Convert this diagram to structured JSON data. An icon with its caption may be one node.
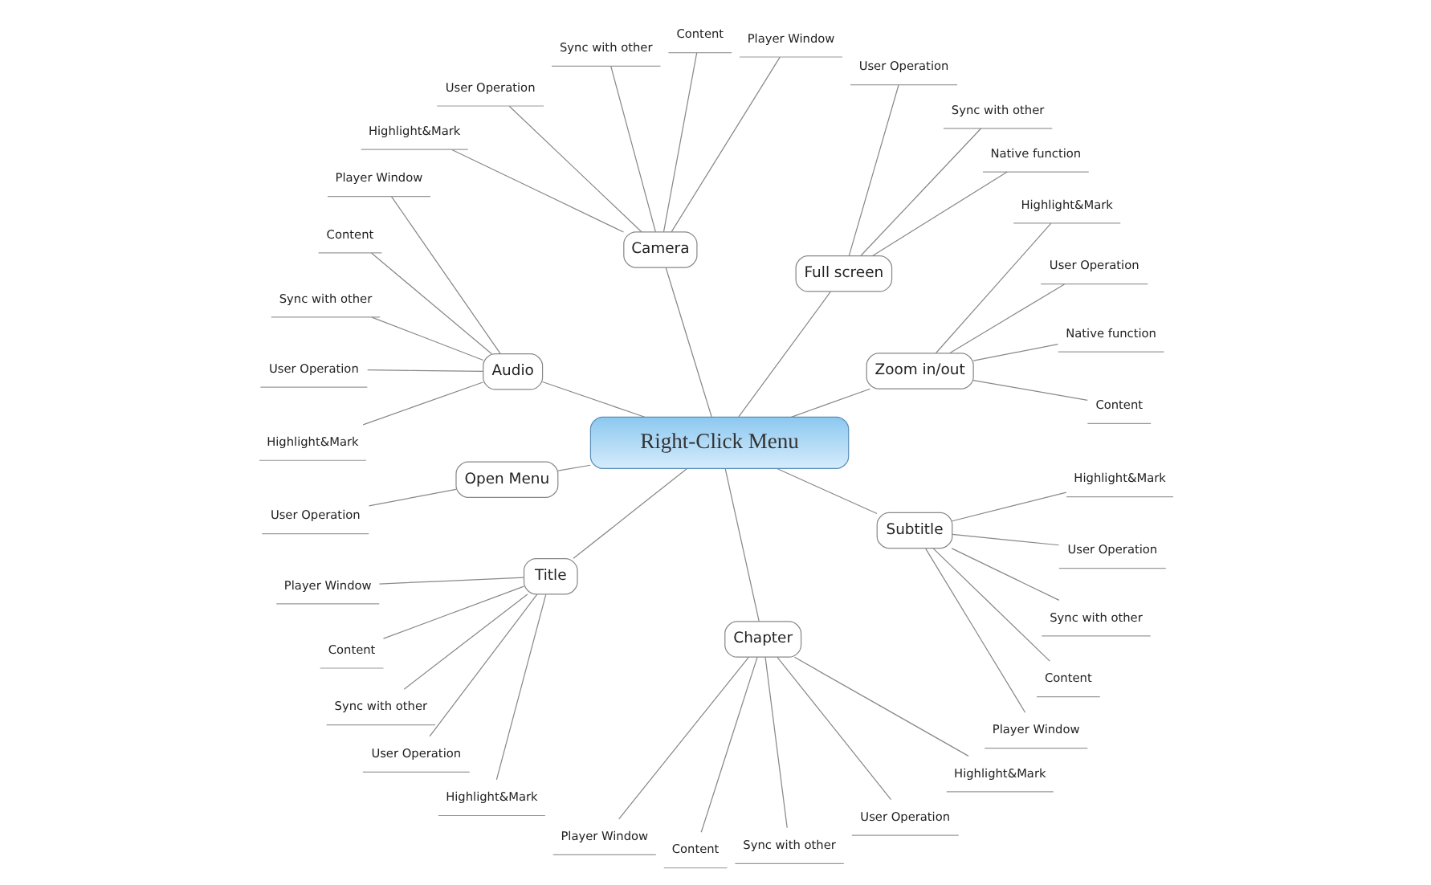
{
  "diagram": {
    "nodes": [
      {
        "text": [
          "Right-Click Menu"
        ]
      },
      {
        "text": [
          "Zoom in/out"
        ]
      },
      {
        "text": [
          "Content"
        ]
      },
      {
        "text": [
          "Native function"
        ]
      },
      {
        "text": [
          "User Operation"
        ]
      },
      {
        "text": [
          "Highlight&Mark"
        ]
      },
      {
        "text": [
          "Full screen"
        ]
      },
      {
        "text": [
          "Native function"
        ]
      },
      {
        "text": [
          "Sync with other"
        ]
      },
      {
        "text": [
          "User Operation"
        ]
      },
      {
        "text": [
          "Camera"
        ]
      },
      {
        "text": [
          "Player Window"
        ]
      },
      {
        "text": [
          "Content"
        ]
      },
      {
        "text": [
          "Sync with other"
        ]
      },
      {
        "text": [
          "User Operation"
        ]
      },
      {
        "text": [
          "Highlight&Mark"
        ]
      },
      {
        "text": [
          "Audio"
        ]
      },
      {
        "text": [
          "Player Window"
        ]
      },
      {
        "text": [
          "Content"
        ]
      },
      {
        "text": [
          "Sync with other"
        ]
      },
      {
        "text": [
          "User Operation"
        ]
      },
      {
        "text": [
          "Highlight&Mark"
        ]
      },
      {
        "text": [
          "Open Menu"
        ]
      },
      {
        "text": [
          "User Operation"
        ]
      },
      {
        "text": [
          "Title"
        ]
      },
      {
        "text": [
          "Player Window"
        ]
      },
      {
        "text": [
          "Content"
        ]
      },
      {
        "text": [
          "Sync with other"
        ]
      },
      {
        "text": [
          "User Operation"
        ]
      },
      {
        "text": [
          "Highlight&Mark"
        ]
      },
      {
        "text": [
          "Chapter"
        ]
      },
      {
        "text": [
          "Player Window"
        ]
      },
      {
        "text": [
          "Content"
        ]
      },
      {
        "text": [
          "Sync with other"
        ]
      },
      {
        "text": [
          "User Operation"
        ]
      },
      {
        "text": [
          "Highlight&Mark"
        ]
      },
      {
        "text": [
          "Subtitle"
        ]
      },
      {
        "text": [
          "Player Window"
        ]
      },
      {
        "text": [
          "Content"
        ]
      },
      {
        "text": [
          "Sync with other"
        ]
      },
      {
        "text": [
          "User Operation"
        ]
      },
      {
        "text": [
          "Highlight&Mark"
        ]
      }
    ],
    "edges": [
      {
        "from": 0,
        "to": 1,
        "arrow": "none"
      },
      {
        "from": 1,
        "to": 2,
        "arrow": "none"
      },
      {
        "from": 1,
        "to": 3,
        "arrow": "none"
      },
      {
        "from": 1,
        "to": 4,
        "arrow": "none"
      },
      {
        "from": 1,
        "to": 5,
        "arrow": "none"
      },
      {
        "from": 0,
        "to": 6,
        "arrow": "none"
      },
      {
        "from": 6,
        "to": 7,
        "arrow": "none"
      },
      {
        "from": 6,
        "to": 8,
        "arrow": "none"
      },
      {
        "from": 6,
        "to": 9,
        "arrow": "none"
      },
      {
        "from": 0,
        "to": 10,
        "arrow": "none"
      },
      {
        "from": 10,
        "to": 11,
        "arrow": "none"
      },
      {
        "from": 10,
        "to": 12,
        "arrow": "none"
      },
      {
        "from": 10,
        "to": 13,
        "arrow": "none"
      },
      {
        "from": 10,
        "to": 14,
        "arrow": "none"
      },
      {
        "from": 10,
        "to": 15,
        "arrow": "none"
      },
      {
        "from": 0,
        "to": 16,
        "arrow": "none"
      },
      {
        "from": 16,
        "to": 17,
        "arrow": "none"
      },
      {
        "from": 16,
        "to": 18,
        "arrow": "none"
      },
      {
        "from": 16,
        "to": 19,
        "arrow": "none"
      },
      {
        "from": 16,
        "to": 20,
        "arrow": "none"
      },
      {
        "from": 16,
        "to": 21,
        "arrow": "none"
      },
      {
        "from": 0,
        "to": 22,
        "arrow": "none"
      },
      {
        "from": 22,
        "to": 23,
        "arrow": "none"
      },
      {
        "from": 0,
        "to": 24,
        "arrow": "none"
      },
      {
        "from": 24,
        "to": 25,
        "arrow": "none"
      },
      {
        "from": 24,
        "to": 26,
        "arrow": "none"
      },
      {
        "from": 24,
        "to": 27,
        "arrow": "none"
      },
      {
        "from": 24,
        "to": 28,
        "arrow": "none"
      },
      {
        "from": 24,
        "to": 29,
        "arrow": "none"
      },
      {
        "from": 0,
        "to": 30,
        "arrow": "none"
      },
      {
        "from": 30,
        "to": 31,
        "arrow": "none"
      },
      {
        "from": 30,
        "to": 32,
        "arrow": "none"
      },
      {
        "from": 30,
        "to": 33,
        "arrow": "none"
      },
      {
        "from": 30,
        "to": 34,
        "arrow": "none"
      },
      {
        "from": 30,
        "to": 35,
        "arrow": "none"
      },
      {
        "from": 0,
        "to": 36,
        "arrow": "none"
      },
      {
        "from": 36,
        "to": 37,
        "arrow": "none"
      },
      {
        "from": 36,
        "to": 38,
        "arrow": "none"
      },
      {
        "from": 36,
        "to": 39,
        "arrow": "none"
      },
      {
        "from": 36,
        "to": 40,
        "arrow": "none"
      },
      {
        "from": 36,
        "to": 41,
        "arrow": "none"
      }
    ]
  }
}
